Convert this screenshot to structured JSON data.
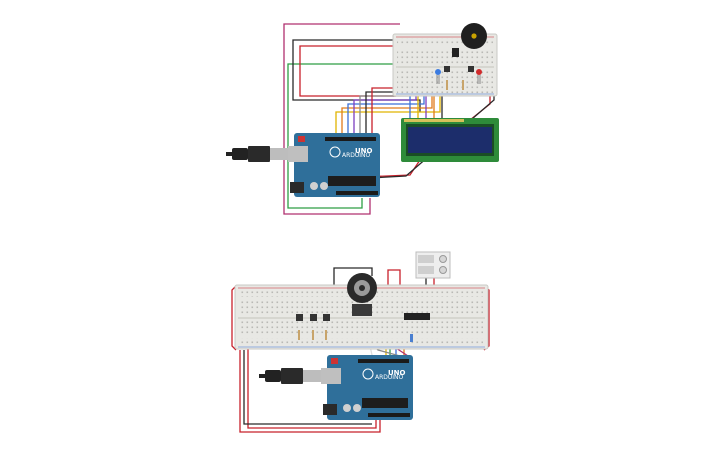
{
  "top_circuit": {
    "arduino_brand": "UNO",
    "arduino_logo": "ARDUINO"
  },
  "bottom_circuit": {
    "arduino_brand": "UNO",
    "arduino_logo": "ARDUINO"
  },
  "colors": {
    "board_blue": "#2f6f9a",
    "board_dark": "#1d4f73",
    "breadboard": "#e8e8e4",
    "lcd_pcb": "#2e8b3a",
    "lcd_screen": "#1c2d6b",
    "wire_red": "#c8202b",
    "wire_black": "#2a2a2a",
    "wire_green": "#2e9e44",
    "wire_magenta": "#b0306f",
    "wire_yellow": "#e0b400",
    "wire_orange": "#e07a1a",
    "wire_blue": "#3b6fd6",
    "wire_purple": "#7d3fc0",
    "wire_gray": "#8a8a8a"
  }
}
